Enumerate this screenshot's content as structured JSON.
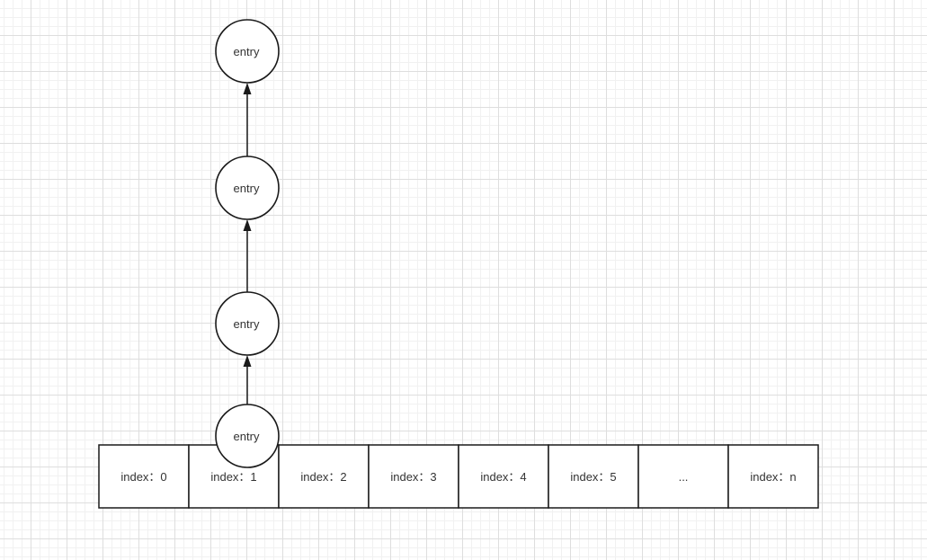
{
  "diagram": {
    "array_cells": [
      {
        "label": "index：0"
      },
      {
        "label": "index：1"
      },
      {
        "label": "index：2"
      },
      {
        "label": "index：3"
      },
      {
        "label": "index：4"
      },
      {
        "label": "index：5"
      },
      {
        "label": "..."
      },
      {
        "label": "index：n"
      }
    ],
    "chain_nodes": [
      {
        "label": "entry"
      },
      {
        "label": "entry"
      },
      {
        "label": "entry"
      },
      {
        "label": "entry"
      }
    ],
    "chain_attached_to_cell": 1,
    "colors": {
      "stroke": "#1a1a1a",
      "text": "#333333",
      "background": "#ffffff",
      "grid_major": "#dedede",
      "grid_minor": "#f1f1f1"
    }
  }
}
